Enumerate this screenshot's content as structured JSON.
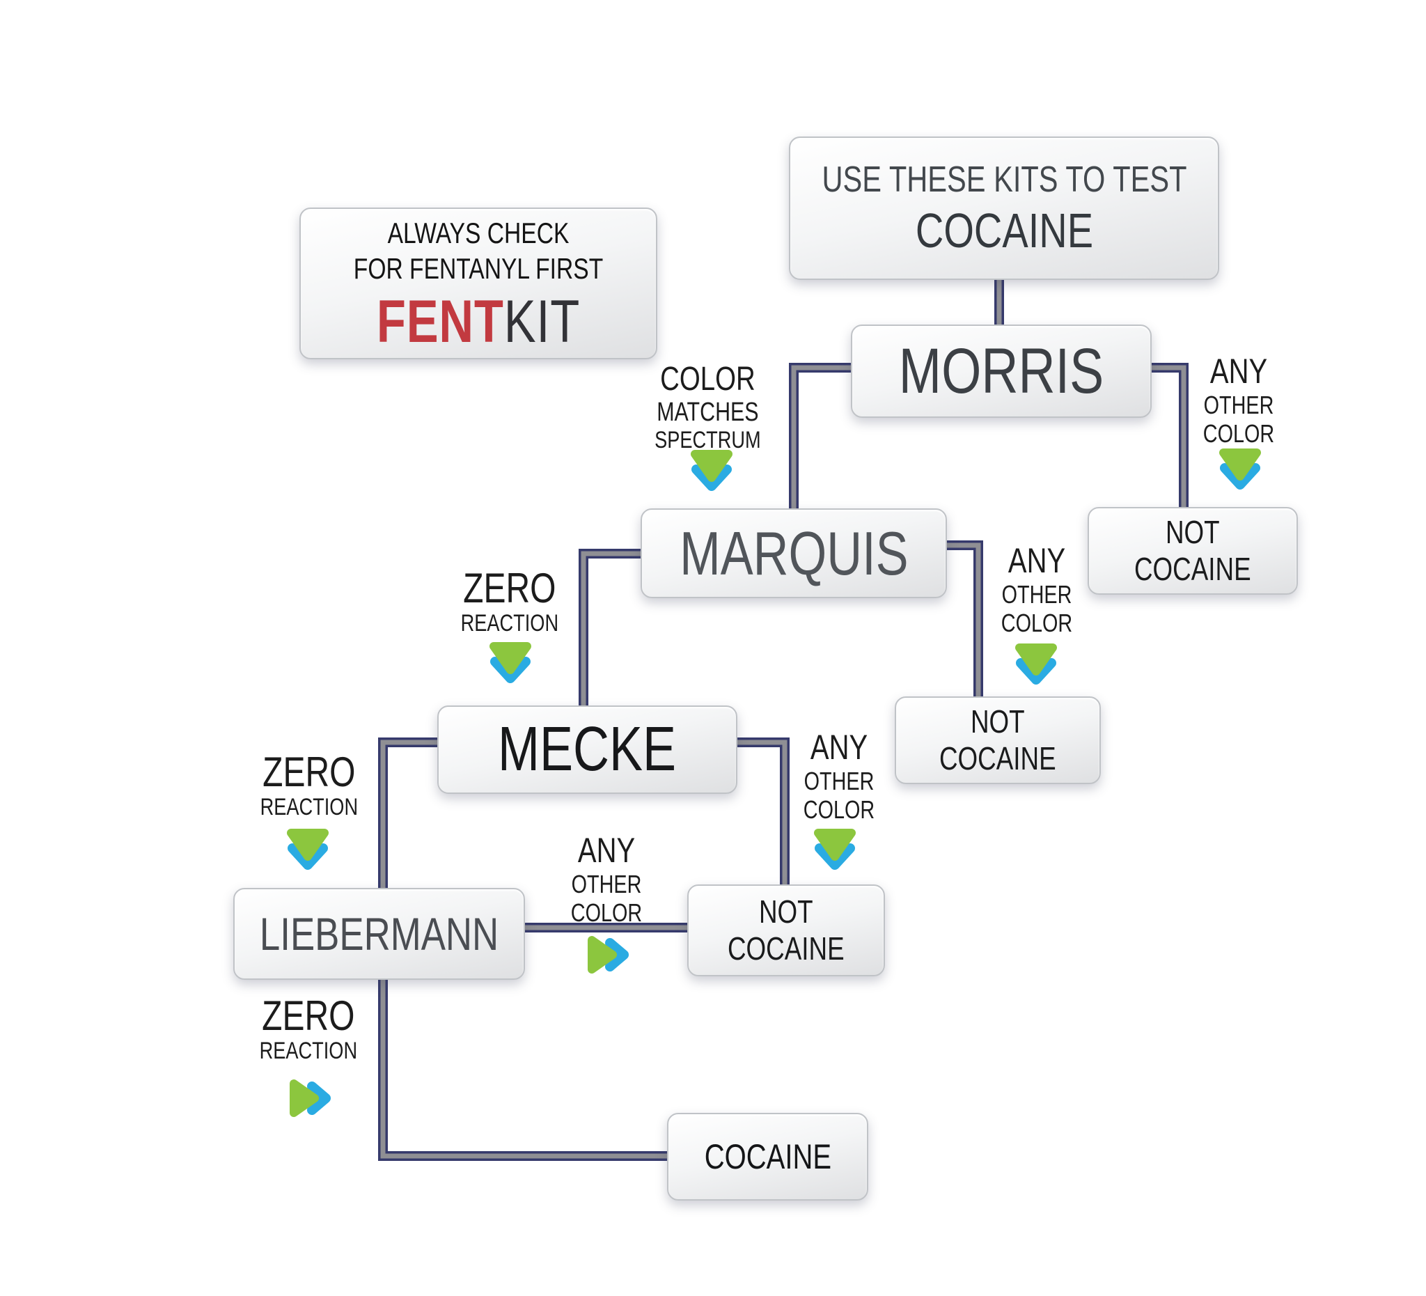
{
  "page": {
    "background": "#ffffff"
  },
  "colors": {
    "accent_red": "#c23a40",
    "chevron_green": "#8cc63e",
    "chevron_blue": "#2aabe2",
    "connector_outline_navy": "#363a6c",
    "connector_core_gray": "#8f8f94"
  },
  "fentkit_card": {
    "line1": "ALWAYS CHECK",
    "line2": "FOR FENTANYL FIRST",
    "brand_fent": "FENT",
    "brand_kit": "KIT"
  },
  "nodes": {
    "use_kits": {
      "subtitle": "USE THESE KITS TO TEST",
      "title": "COCAINE"
    },
    "morris": {
      "title": "MORRIS"
    },
    "not_cocaine_morris": {
      "line1": "NOT",
      "line2": "COCAINE"
    },
    "marquis": {
      "title": "MARQUIS"
    },
    "not_cocaine_marquis": {
      "line1": "NOT",
      "line2": "COCAINE"
    },
    "mecke": {
      "title": "MECKE"
    },
    "not_cocaine_mecke": {
      "line1": "NOT",
      "line2": "COCAINE"
    },
    "liebermann": {
      "title": "LIEBERMANN"
    },
    "cocaine": {
      "title": "COCAINE"
    }
  },
  "edge_labels": {
    "morris_pass": {
      "line1": "COLOR",
      "line2": "MATCHES",
      "line3": "SPECTRUM"
    },
    "morris_fail": {
      "line1": "ANY",
      "line2": "OTHER",
      "line3": "COLOR"
    },
    "marquis_pass": {
      "line1": "ZERO",
      "line2": "REACTION"
    },
    "marquis_fail": {
      "line1": "ANY",
      "line2": "OTHER",
      "line3": "COLOR"
    },
    "mecke_pass": {
      "line1": "ZERO",
      "line2": "REACTION"
    },
    "mecke_fail": {
      "line1": "ANY",
      "line2": "OTHER",
      "line3": "COLOR"
    },
    "liebermann_pass": {
      "line1": "ZERO",
      "line2": "REACTION"
    },
    "liebermann_fail": {
      "line1": "ANY",
      "line2": "OTHER",
      "line3": "COLOR"
    }
  }
}
